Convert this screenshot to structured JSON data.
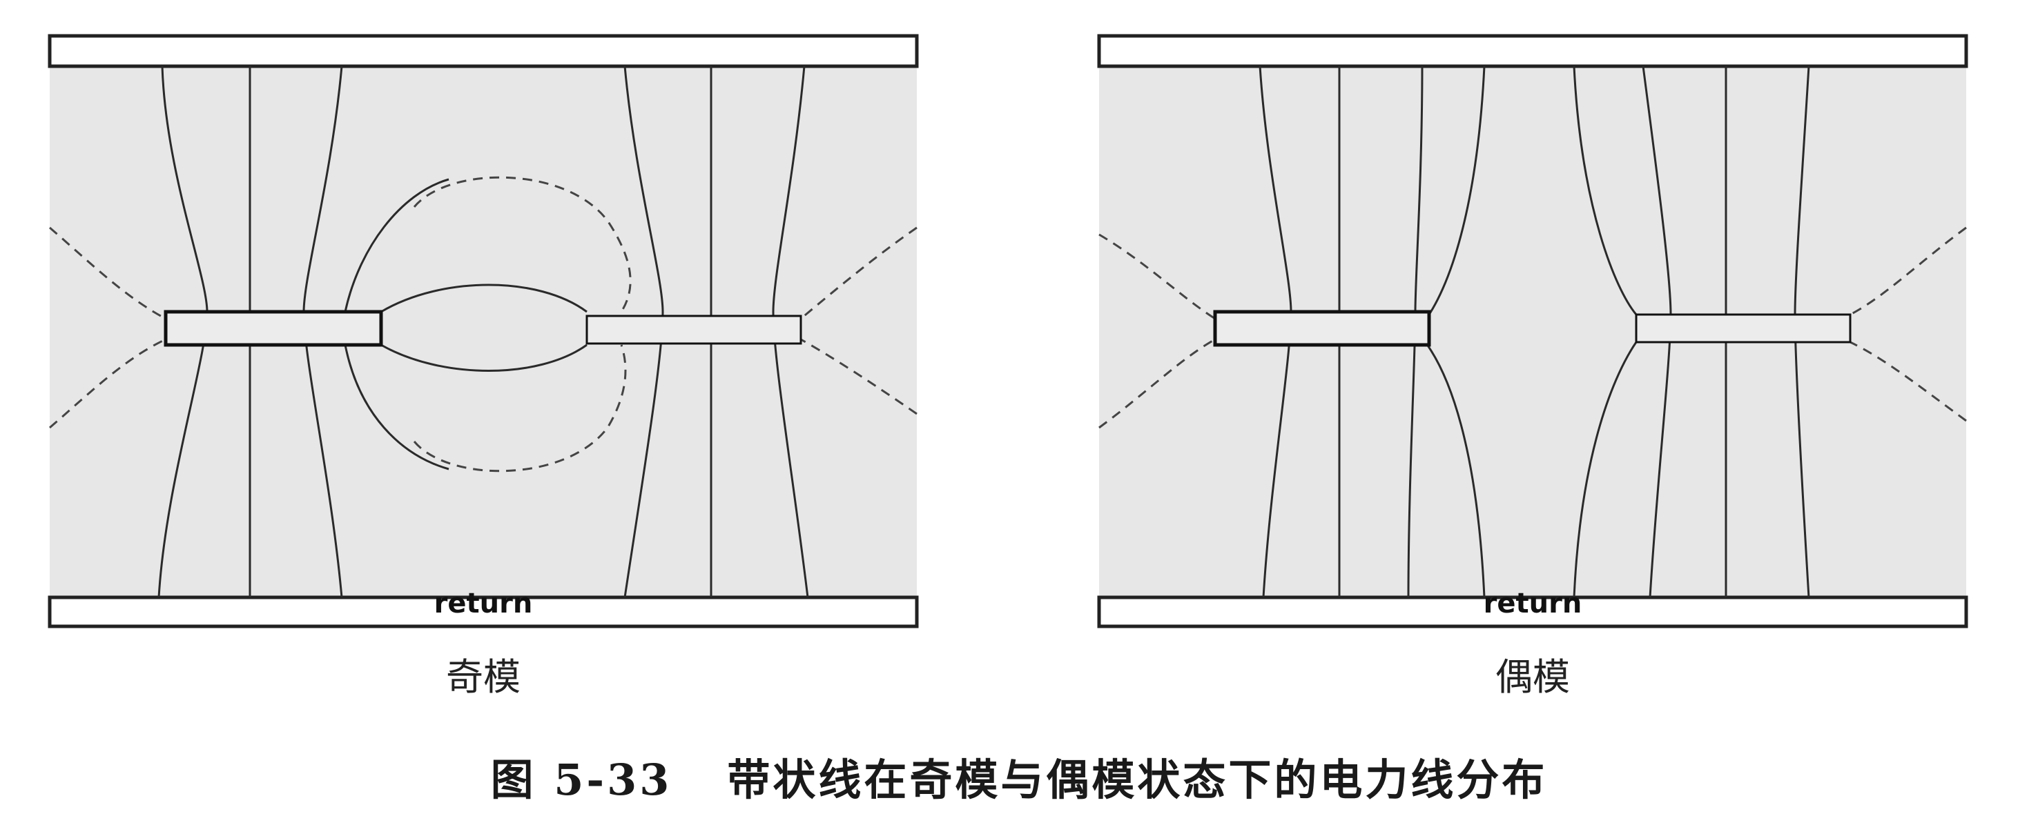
{
  "panels": {
    "odd": {
      "label": "奇模",
      "ground_label": "return"
    },
    "even": {
      "label": "偶模",
      "ground_label": "return"
    }
  },
  "caption": {
    "number": "图 5-33",
    "text": "带状线在奇模与偶模状态下的电力线分布"
  },
  "colors": {
    "plate_fill": "#ffffff",
    "field_fill": "#e7e7e7",
    "line": "#222222"
  }
}
